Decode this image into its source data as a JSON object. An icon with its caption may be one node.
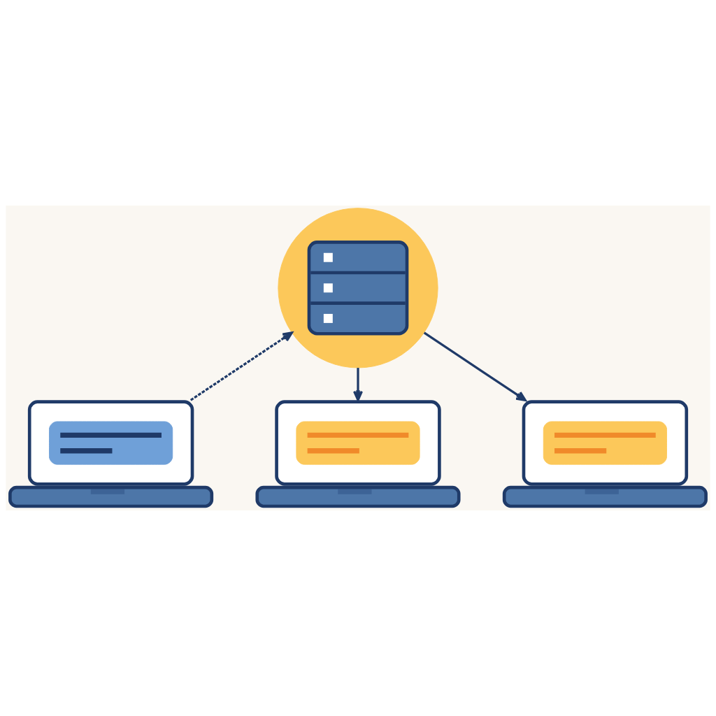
{
  "diagram": {
    "nodes": [
      {
        "text": [],
        "shape": "picture"
      },
      {
        "text": [],
        "shape": "picture"
      },
      {
        "text": [],
        "shape": "picture"
      },
      {
        "text": [],
        "shape": "picture"
      }
    ],
    "edges": [
      {
        "from": 1,
        "to": 0,
        "arrow": "to",
        "style": "dashed"
      },
      {
        "from": 0,
        "to": 2,
        "arrow": "to"
      },
      {
        "from": 0,
        "to": 3,
        "arrow": "to"
      }
    ]
  }
}
